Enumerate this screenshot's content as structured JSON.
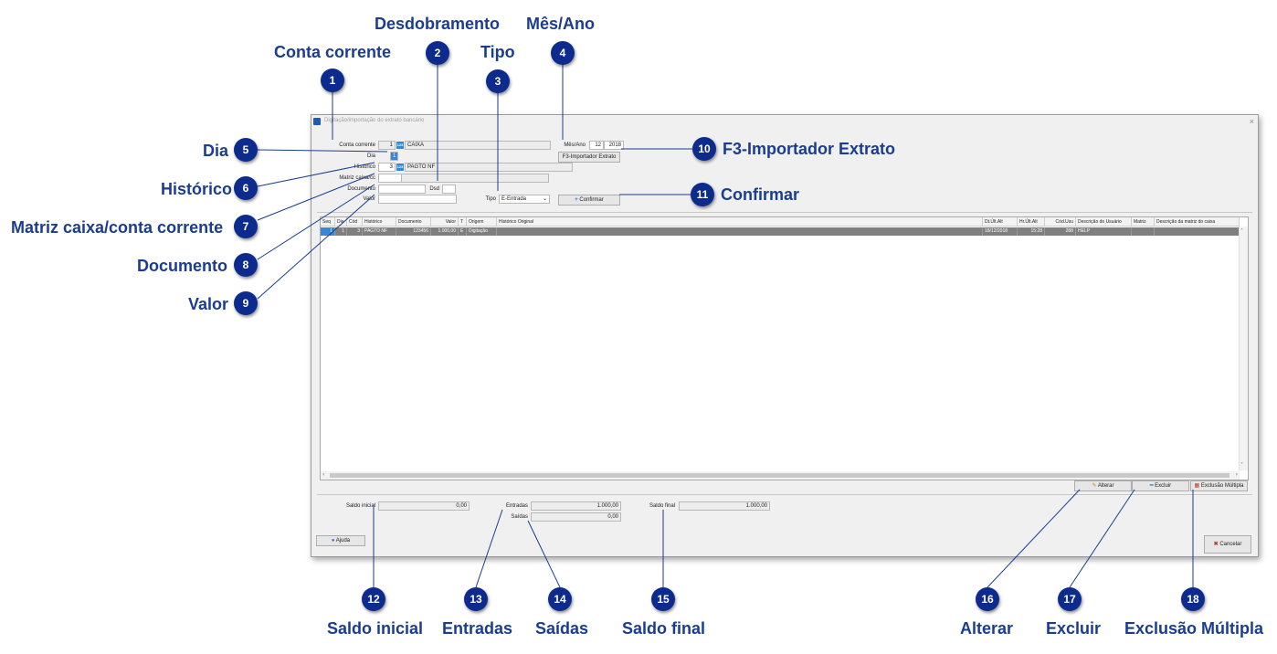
{
  "window": {
    "title": "Digitação/importação do extrato bancário",
    "close": "×"
  },
  "form": {
    "conta_label": "Conta corrente",
    "conta_code": "1",
    "conta_tag": "123",
    "conta_name": "CAIXA",
    "dia_label": "Dia",
    "dia_value": "1",
    "historico_label": "Histórico",
    "historico_code": "3",
    "historico_tag": "123",
    "historico_name": "PAGTO NF",
    "matriz_label": "Matriz caixa/cc",
    "matriz_code": "",
    "matriz_name": "",
    "documento_label": "Documento",
    "documento_value": "",
    "dsd_label": "Dsd",
    "dsd_value": "",
    "valor_label": "Valor",
    "valor_value": "",
    "tipo_label": "Tipo",
    "tipo_value": "E-Entrada",
    "confirmar_label": "Confirmar",
    "mesano_label": "Mês/Ano",
    "mes_value": "12",
    "ano_value": "2018",
    "importador_label": "F3-Importador Extrato"
  },
  "grid": {
    "columns": [
      "Seq",
      "Dia",
      "Cód",
      "Histórico",
      "Documento",
      "Valor",
      "T",
      "Origem",
      "Histórico Original",
      "Dt.Últ.Alt",
      "Hr.Últ.Alt",
      "Cód.Usu",
      "Descrição do Usuário",
      "Matriz",
      "Descrição da matriz do caixa"
    ],
    "rows": [
      [
        "1",
        "1",
        "3",
        "PAGTO NF",
        "123456",
        "1.000,00",
        "E",
        "Digitação",
        "",
        "18/12/2018",
        "15:28",
        "288",
        "HELP",
        "",
        ""
      ]
    ]
  },
  "actions": {
    "alterar": "Alterar",
    "excluir": "Excluir",
    "exclusao_multipla": "Exclusão Múltipla"
  },
  "totals": {
    "saldo_inicial_label": "Saldo inicial",
    "saldo_inicial": "0,00",
    "entradas_label": "Entradas",
    "entradas": "1.000,00",
    "saidas_label": "Saídas",
    "saidas": "0,00",
    "saldo_final_label": "Saldo final",
    "saldo_final": "1.000,00"
  },
  "footer": {
    "ajuda": "Ajuda",
    "cancelar": "Cancelar"
  },
  "callouts": [
    {
      "n": "1",
      "label": "Conta corrente"
    },
    {
      "n": "2",
      "label": "Desdobramento"
    },
    {
      "n": "3",
      "label": "Tipo"
    },
    {
      "n": "4",
      "label": "Mês/Ano"
    },
    {
      "n": "5",
      "label": "Dia"
    },
    {
      "n": "6",
      "label": "Histórico"
    },
    {
      "n": "7",
      "label": "Matriz caixa/conta corrente"
    },
    {
      "n": "8",
      "label": "Documento"
    },
    {
      "n": "9",
      "label": "Valor"
    },
    {
      "n": "10",
      "label": "F3-Importador Extrato"
    },
    {
      "n": "11",
      "label": "Confirmar"
    },
    {
      "n": "12",
      "label": "Saldo inicial"
    },
    {
      "n": "13",
      "label": "Entradas"
    },
    {
      "n": "14",
      "label": "Saídas"
    },
    {
      "n": "15",
      "label": "Saldo final"
    },
    {
      "n": "16",
      "label": "Alterar"
    },
    {
      "n": "17",
      "label": "Excluir"
    },
    {
      "n": "18",
      "label": "Exclusão Múltipla"
    }
  ]
}
